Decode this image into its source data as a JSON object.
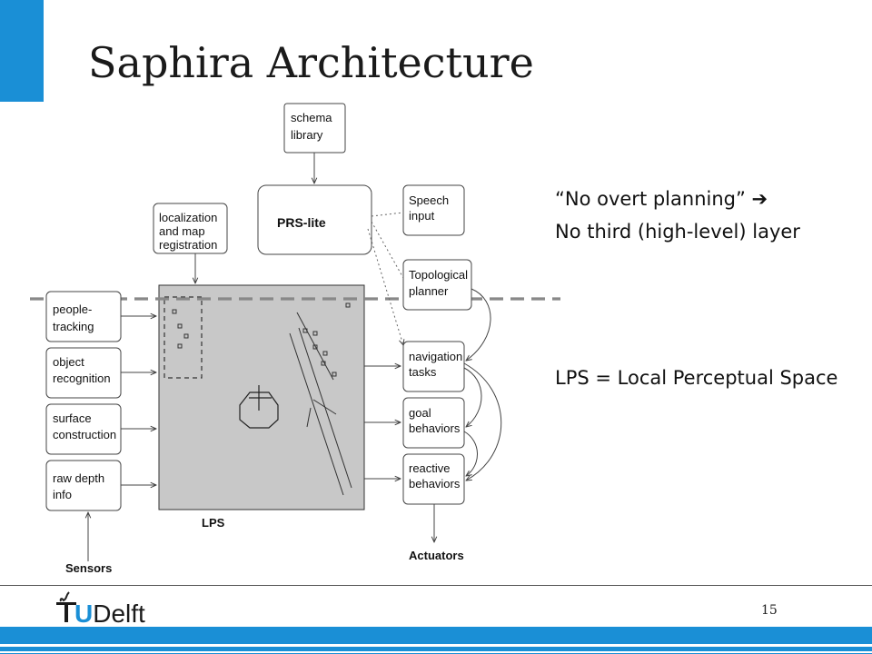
{
  "slide": {
    "title": "Saphira Architecture",
    "page_number": "15",
    "accent_color": "#1a8fd6"
  },
  "notes": {
    "line1": "“No overt planning” ➔",
    "line2": "No third (high-level) layer",
    "line3": "LPS = Local Perceptual Space"
  },
  "diagram": {
    "schema_library": [
      "schema",
      "library"
    ],
    "prs_lite": "PRS-lite",
    "speech_input": [
      "Speech",
      "input"
    ],
    "topological_planner": [
      "Topological",
      "planner"
    ],
    "localization": [
      "localization",
      "and map",
      "registration"
    ],
    "people_tracking": [
      "people-",
      "tracking"
    ],
    "object_recognition": [
      "object",
      "recognition"
    ],
    "surface_construction": [
      "surface",
      "construction"
    ],
    "raw_depth": [
      "raw depth",
      "info"
    ],
    "navigation_tasks": [
      "navigation",
      "tasks"
    ],
    "goal_behaviors": [
      "goal",
      "behaviors"
    ],
    "reactive_behaviors": [
      "reactive",
      "behaviors"
    ],
    "lps_label": "LPS",
    "sensors_label": "Sensors",
    "actuators_label": "Actuators"
  },
  "logo": {
    "text": "TUDelft",
    "icon": "tu-delft-flame-icon"
  }
}
